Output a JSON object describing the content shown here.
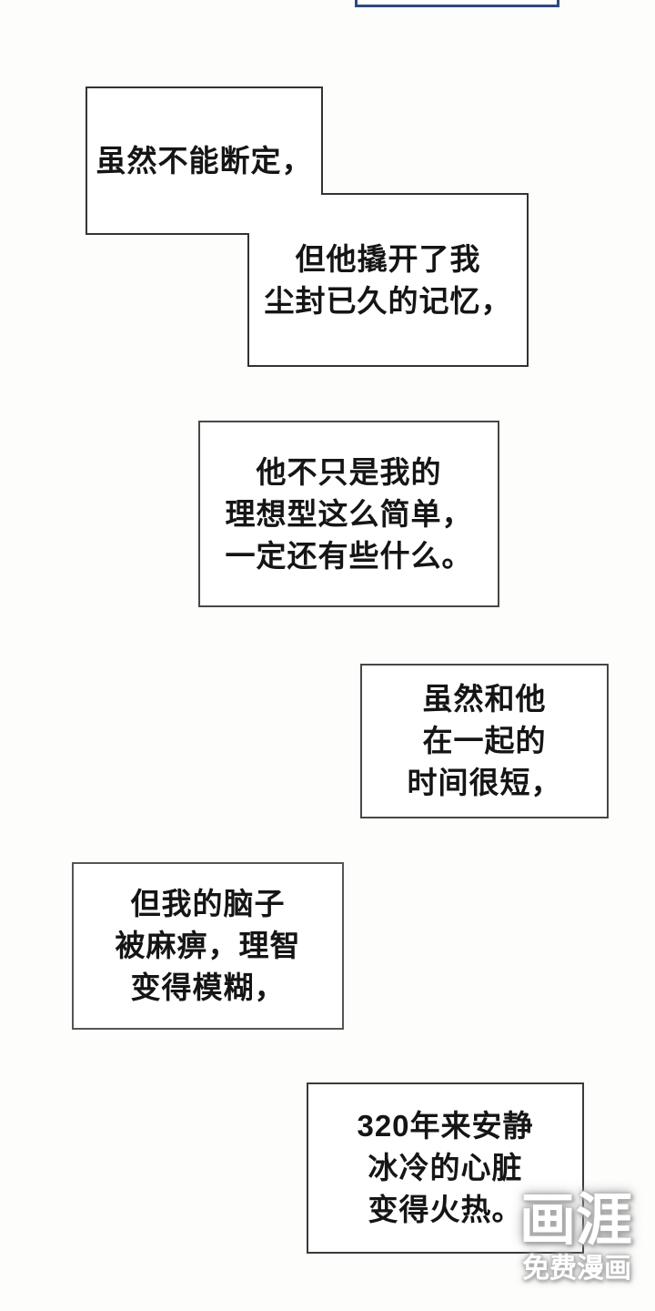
{
  "page": {
    "type": "webtoon-comic-page",
    "background_color": "#fdfdfc"
  },
  "colors": {
    "narration_box_border": "#3a3a3a",
    "top_panel_border": "#2e4a7d",
    "text": "#151515",
    "watermark_text": "#ffffff",
    "watermark_glow": "#9e9e9e"
  },
  "boxes": [
    {
      "lines": [
        "虽然不能断定，"
      ]
    },
    {
      "lines": [
        "但他撬开了我",
        "尘封已久的记忆，"
      ]
    },
    {
      "lines": [
        "他不只是我的",
        "理想型这么简单，",
        "一定还有些什么。"
      ]
    },
    {
      "lines": [
        "虽然和他",
        "在一起的",
        "时间很短，"
      ]
    },
    {
      "lines": [
        "但我的脑子",
        "被麻痹，理智",
        "变得模糊，"
      ]
    },
    {
      "lines": [
        "320年来安静",
        "冰冷的心脏",
        "变得火热。"
      ]
    }
  ],
  "watermark": {
    "logo": "画涯",
    "tagline": "免费漫画"
  }
}
